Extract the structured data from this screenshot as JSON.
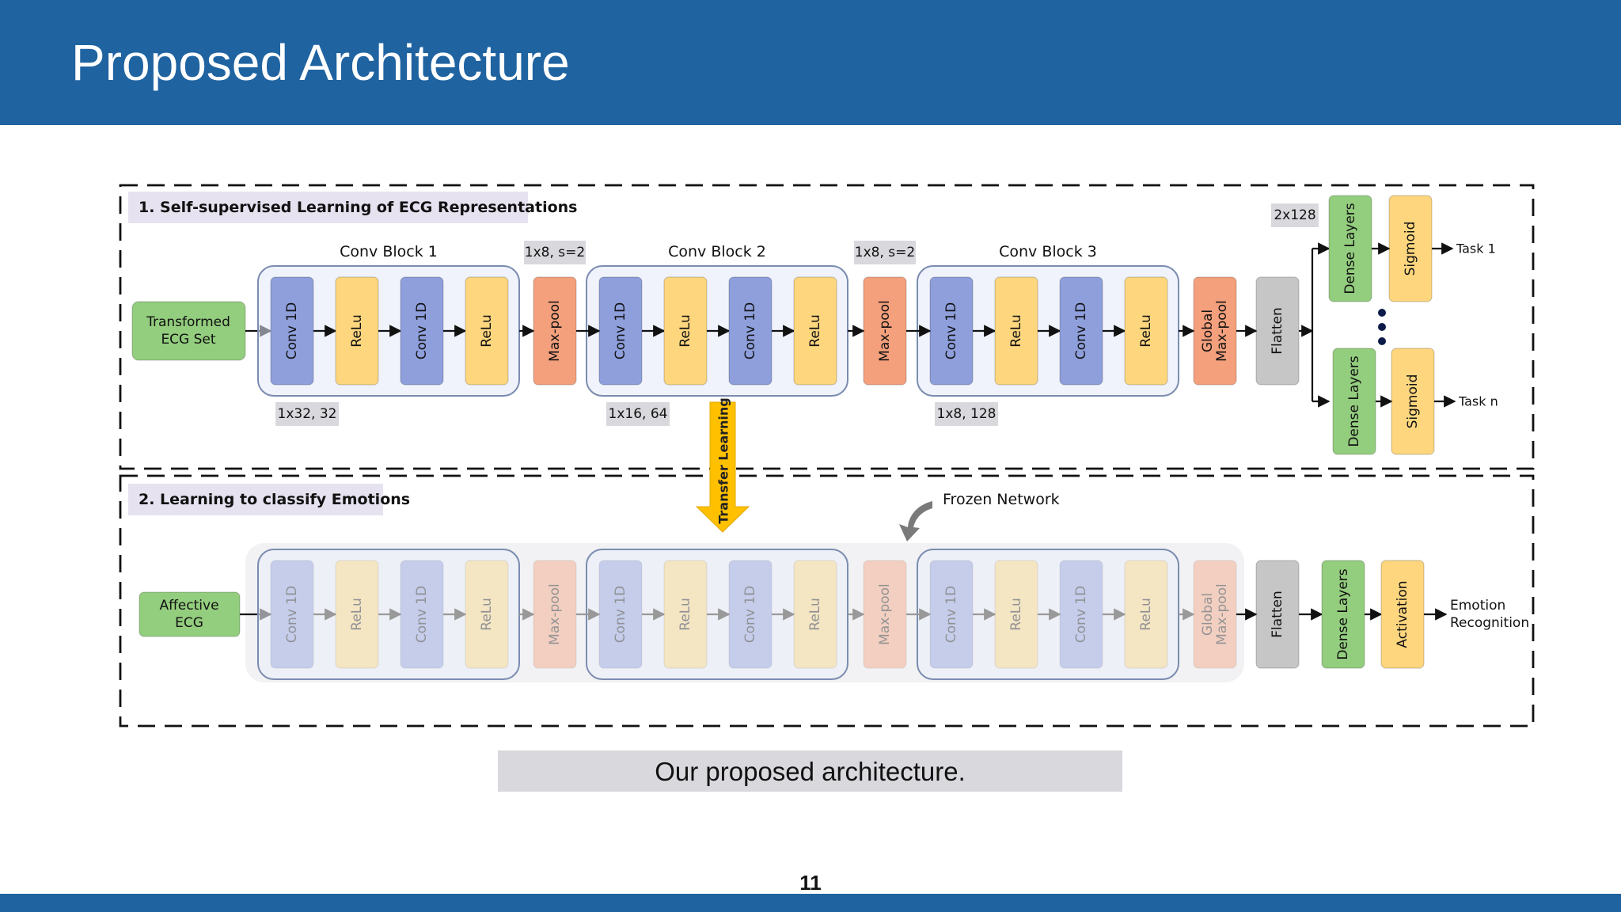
{
  "slide": {
    "title": "Proposed Architecture",
    "caption": "Our proposed architecture.",
    "page_number": "11"
  },
  "colors": {
    "header": "#1f63a1",
    "conv": "#8e9fdc",
    "relu": "#fdd67e",
    "maxpool": "#f4a07d",
    "dense": "#93cd7e",
    "flatten": "#c6c6c6",
    "transfer_arrow": "#ffc000"
  },
  "diagram": {
    "stage1": {
      "label": "1. Self-supervised Learning of ECG Representations",
      "input": [
        "Transformed",
        "ECG Set"
      ],
      "block_titles": [
        "Conv Block 1",
        "Conv Block 2",
        "Conv Block 3"
      ],
      "pool_params": [
        "1x8, s=2",
        "1x8, s=2"
      ],
      "block_params": [
        "1x32, 32",
        "1x16, 64",
        "1x8, 128"
      ],
      "output_param": "2x128",
      "layers": {
        "conv": "Conv 1D",
        "relu": "ReLu",
        "maxpool": "Max-pool",
        "global_pool": [
          "Global",
          "Max-pool"
        ],
        "flatten": "Flatten",
        "dense": "Dense Layers",
        "sigmoid": "Sigmoid"
      },
      "tasks": [
        "Task 1",
        "Task n"
      ]
    },
    "transfer": "Transfer Learning",
    "stage2": {
      "label": "2. Learning to classify Emotions",
      "input": [
        "Affective",
        "ECG"
      ],
      "frozen": "Frozen Network",
      "activation": "Activation",
      "output": [
        "Emotion",
        "Recognition"
      ]
    }
  }
}
